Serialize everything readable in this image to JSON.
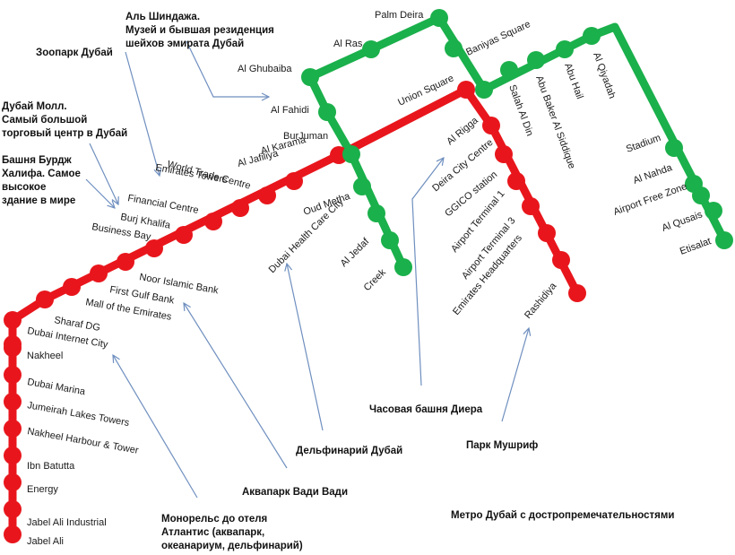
{
  "map": {
    "caption": "Метро Дубай с достропремечательностями",
    "colors": {
      "red_line": "#e8161c",
      "green_line": "#1ab04b",
      "arrow": "#6f8fbf",
      "background": "#ffffff"
    },
    "red_line": {
      "name": "",
      "stations": [
        "Jabel Ali",
        "Jabel Ali Industrial",
        "Energy",
        "Ibn Batutta",
        "Nakheel Harbour & Tower",
        "Jumeirah Lakes Towers",
        "Dubai Marina",
        "Nakheel",
        "Dubai Internet City",
        "Sharaf DG",
        "Mall of the Emirates",
        "First Gulf Bank",
        "Noor Islamic Bank",
        "Business Bay",
        "Burj Khalifa",
        "Financial Centre",
        "Emirates Towers",
        "World Trade Centre",
        "Al Jafiliya",
        "Al Karama",
        "BurJuman",
        "Union Square",
        "Al Rigga",
        "Deira City Centre",
        "GGICO station",
        "Airport Terminal 1",
        "Airport Terminal 3",
        "Emirates Headquarters",
        "Rashidiya"
      ]
    },
    "green_line": {
      "name": "",
      "stations": [
        "Creek",
        "Al Jedaf",
        "Dubai Health Care City",
        "Oud Metha",
        "Al Fahidi",
        "Al Ghubaiba",
        "Al Ras",
        "Palm Deira",
        "Baniyas Square",
        "Union Square",
        "Salah Al Din",
        "Abu Baker Al Siddique",
        "Abu Hail",
        "Al Qiyadah",
        "Stadium",
        "Al Nahda",
        "Airport Free Zone",
        "Al Qusais",
        "Etisalat"
      ]
    },
    "landmarks": [
      {
        "name": "Аль Шиндажа.",
        "lines": [
          "Аль Шиндажа.",
          "Музей и бывшая резиденция",
          "шейхов эмирата Дубай"
        ],
        "target": "Al Fahidi"
      },
      {
        "name": "Зоопарк Дубай",
        "lines": [
          "Зоопарк Дубай"
        ],
        "target": "Emirates Towers"
      },
      {
        "name": "Дубай Молл.",
        "lines": [
          "Дубай Молл.",
          "Самый большой",
          "торговый центр в Дубай"
        ],
        "target": "Burj Khalifa"
      },
      {
        "name": "Башня Бурдж Халифа.",
        "lines": [
          "Башня Бурдж",
          "Халифа. Самое",
          "высокое",
          "здание в мире"
        ],
        "target": "Burj Khalifa"
      },
      {
        "name": "Часовая башня Диера",
        "lines": [
          "Часовая башня Диера"
        ],
        "target": "Deira City Centre"
      },
      {
        "name": "Дельфинарий Дубай",
        "lines": [
          "Дельфинарий Дубай"
        ],
        "target": "Dubai Health Care City"
      },
      {
        "name": "Парк Мушриф",
        "lines": [
          "Парк Мушриф"
        ],
        "target": "Rashidiya"
      },
      {
        "name": "Аквапарк Вади Вади",
        "lines": [
          "Аквапарк Вади Вади"
        ],
        "target": "Mall of the Emirates"
      },
      {
        "name": "Монорельс до отеля Атлантис",
        "lines": [
          "Монорельс до отеля",
          "Атлантис (аквапарк,",
          "океанариум, дельфинарий)"
        ],
        "target": "Dubai Internet City"
      }
    ]
  }
}
